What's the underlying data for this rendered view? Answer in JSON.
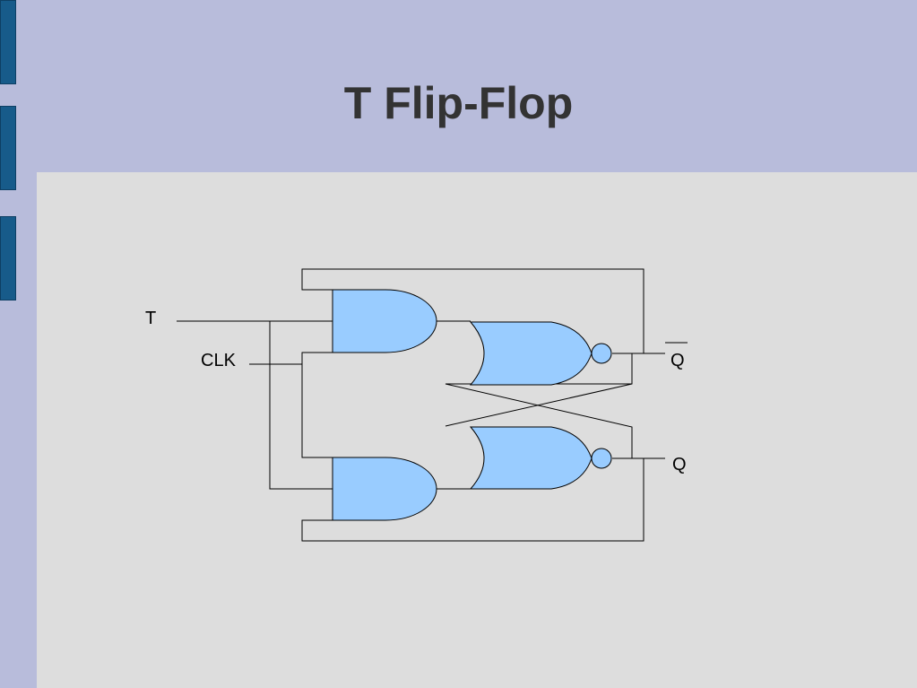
{
  "slide": {
    "title": "T Flip-Flop"
  },
  "diagram": {
    "labels": {
      "t_input": "T",
      "clk_input": "CLK",
      "q_bar_output": "Q",
      "q_output": "Q"
    }
  },
  "colors": {
    "background": "#b8bcdb",
    "content_panel": "#dddddd",
    "side_tabs": "#175b8a",
    "gate_fill": "#99ccff",
    "title_text": "#333333"
  }
}
